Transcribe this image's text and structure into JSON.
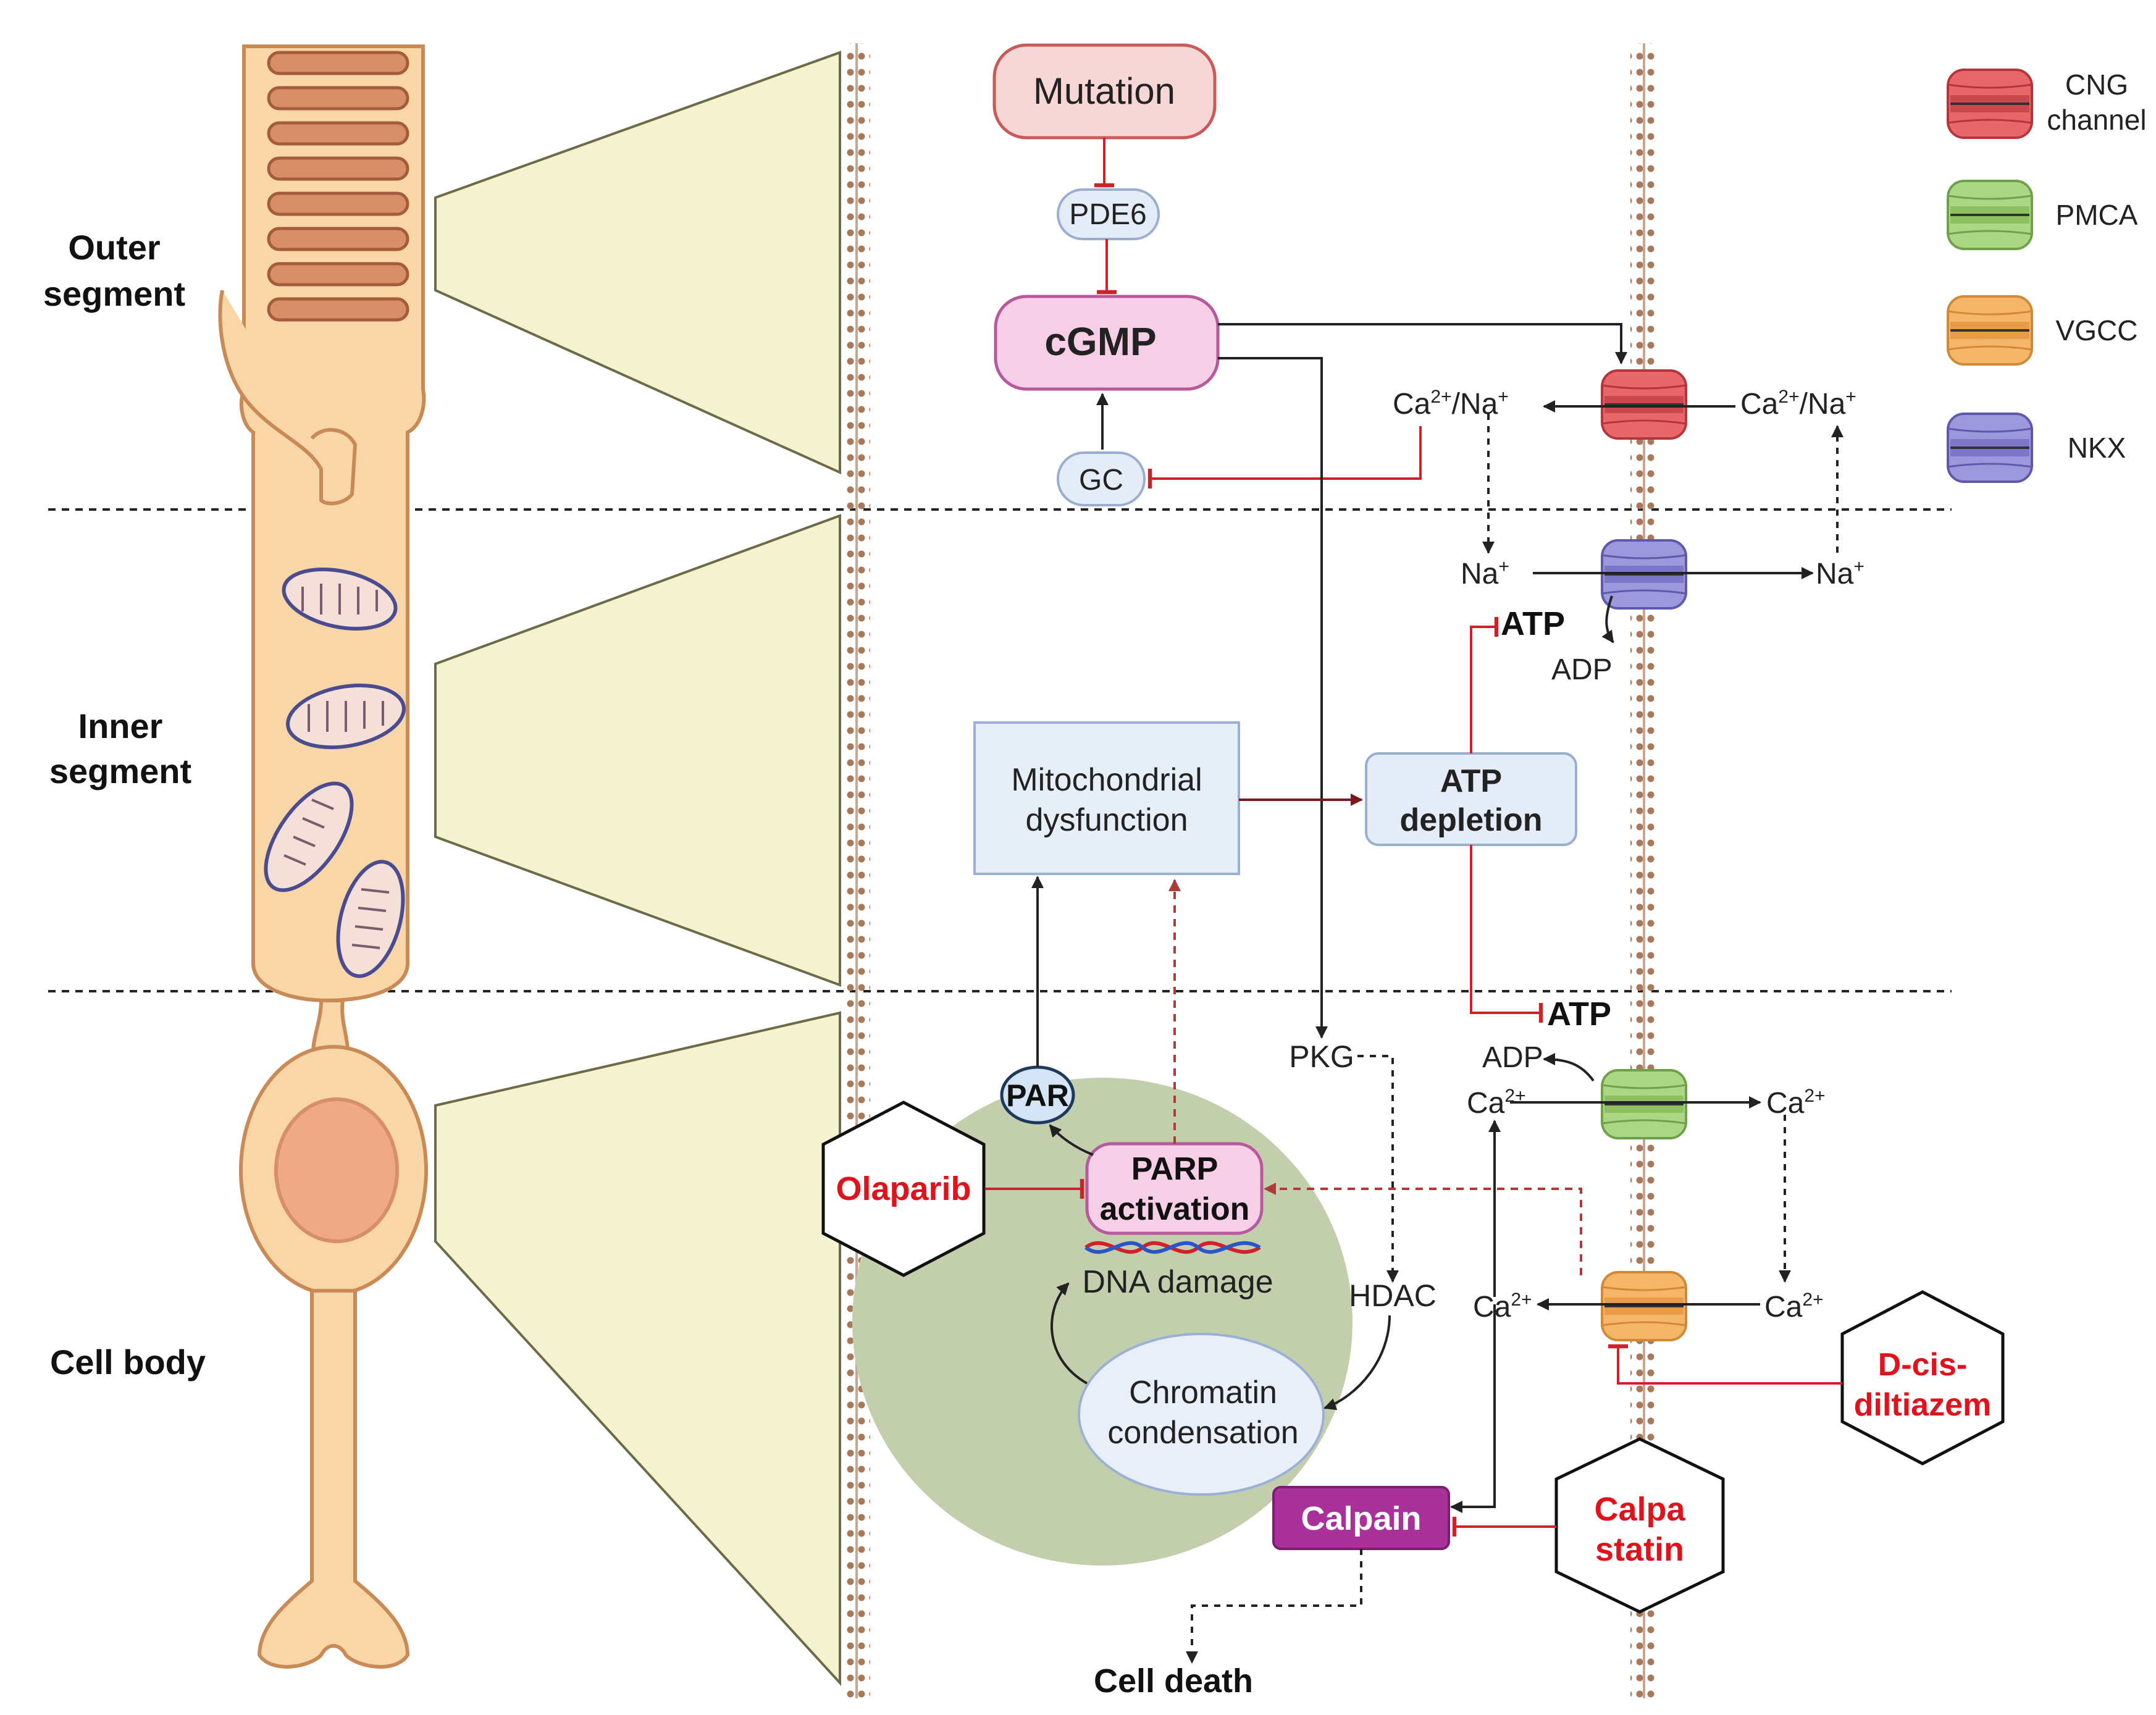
{
  "regions": {
    "outer": [
      "Outer",
      "segment"
    ],
    "inner": [
      "Inner",
      "segment"
    ],
    "body": "Cell body"
  },
  "legend": [
    {
      "name": "CNG-channel",
      "lines": [
        "CNG",
        "channel"
      ],
      "fill": "#e8676b",
      "dark": "#c9484e",
      "edge": "#b8343b"
    },
    {
      "name": "PMCA",
      "lines": [
        "PMCA"
      ],
      "fill": "#a9d784",
      "dark": "#8cc060",
      "edge": "#6fa04a"
    },
    {
      "name": "VGCC",
      "lines": [
        "VGCC"
      ],
      "fill": "#f6b66a",
      "dark": "#e89b48",
      "edge": "#d08a35"
    },
    {
      "name": "NKX",
      "lines": [
        "NKX"
      ],
      "fill": "#9d98dc",
      "dark": "#7c76c7",
      "edge": "#5f59ad"
    }
  ],
  "nodes": {
    "mutation": "Mutation",
    "pde6": "PDE6",
    "cgmp": "cGMP",
    "gc": "GC",
    "mito": [
      "Mitochondrial",
      "dysfunction"
    ],
    "atp_depletion": [
      "ATP",
      "depletion"
    ],
    "pkg": "PKG",
    "hdac": "HDAC",
    "par": "PAR",
    "parp": [
      "PARP",
      "activation"
    ],
    "dna_damage": "DNA damage",
    "chromatin": [
      "Chromatin",
      "condensation"
    ],
    "calpain": "Calpain",
    "cell_death": "Cell death"
  },
  "drugs": {
    "olaparib": "Olaparib",
    "diltiazem": [
      "D-cis-",
      "diltiazem"
    ],
    "calpastatin": [
      "Calpa",
      "statin"
    ]
  },
  "ions": {
    "ca_na": "Ca",
    "ca_na_sup": "2+",
    "slash_na": "/Na",
    "plus": "+",
    "na": "Na",
    "ca": "Ca",
    "atp": "ATP",
    "adp": "ADP"
  },
  "colors": {
    "cell_fill": "#f8d6a8",
    "cell_stroke": "#c98a55",
    "membrane": "#a8785a",
    "cone": "#f5f3cf",
    "nucleus_zone": "#c3cfac",
    "inhibit": "#d0202a",
    "drug_text": "#e0121b",
    "calpain": "#a8329a"
  }
}
